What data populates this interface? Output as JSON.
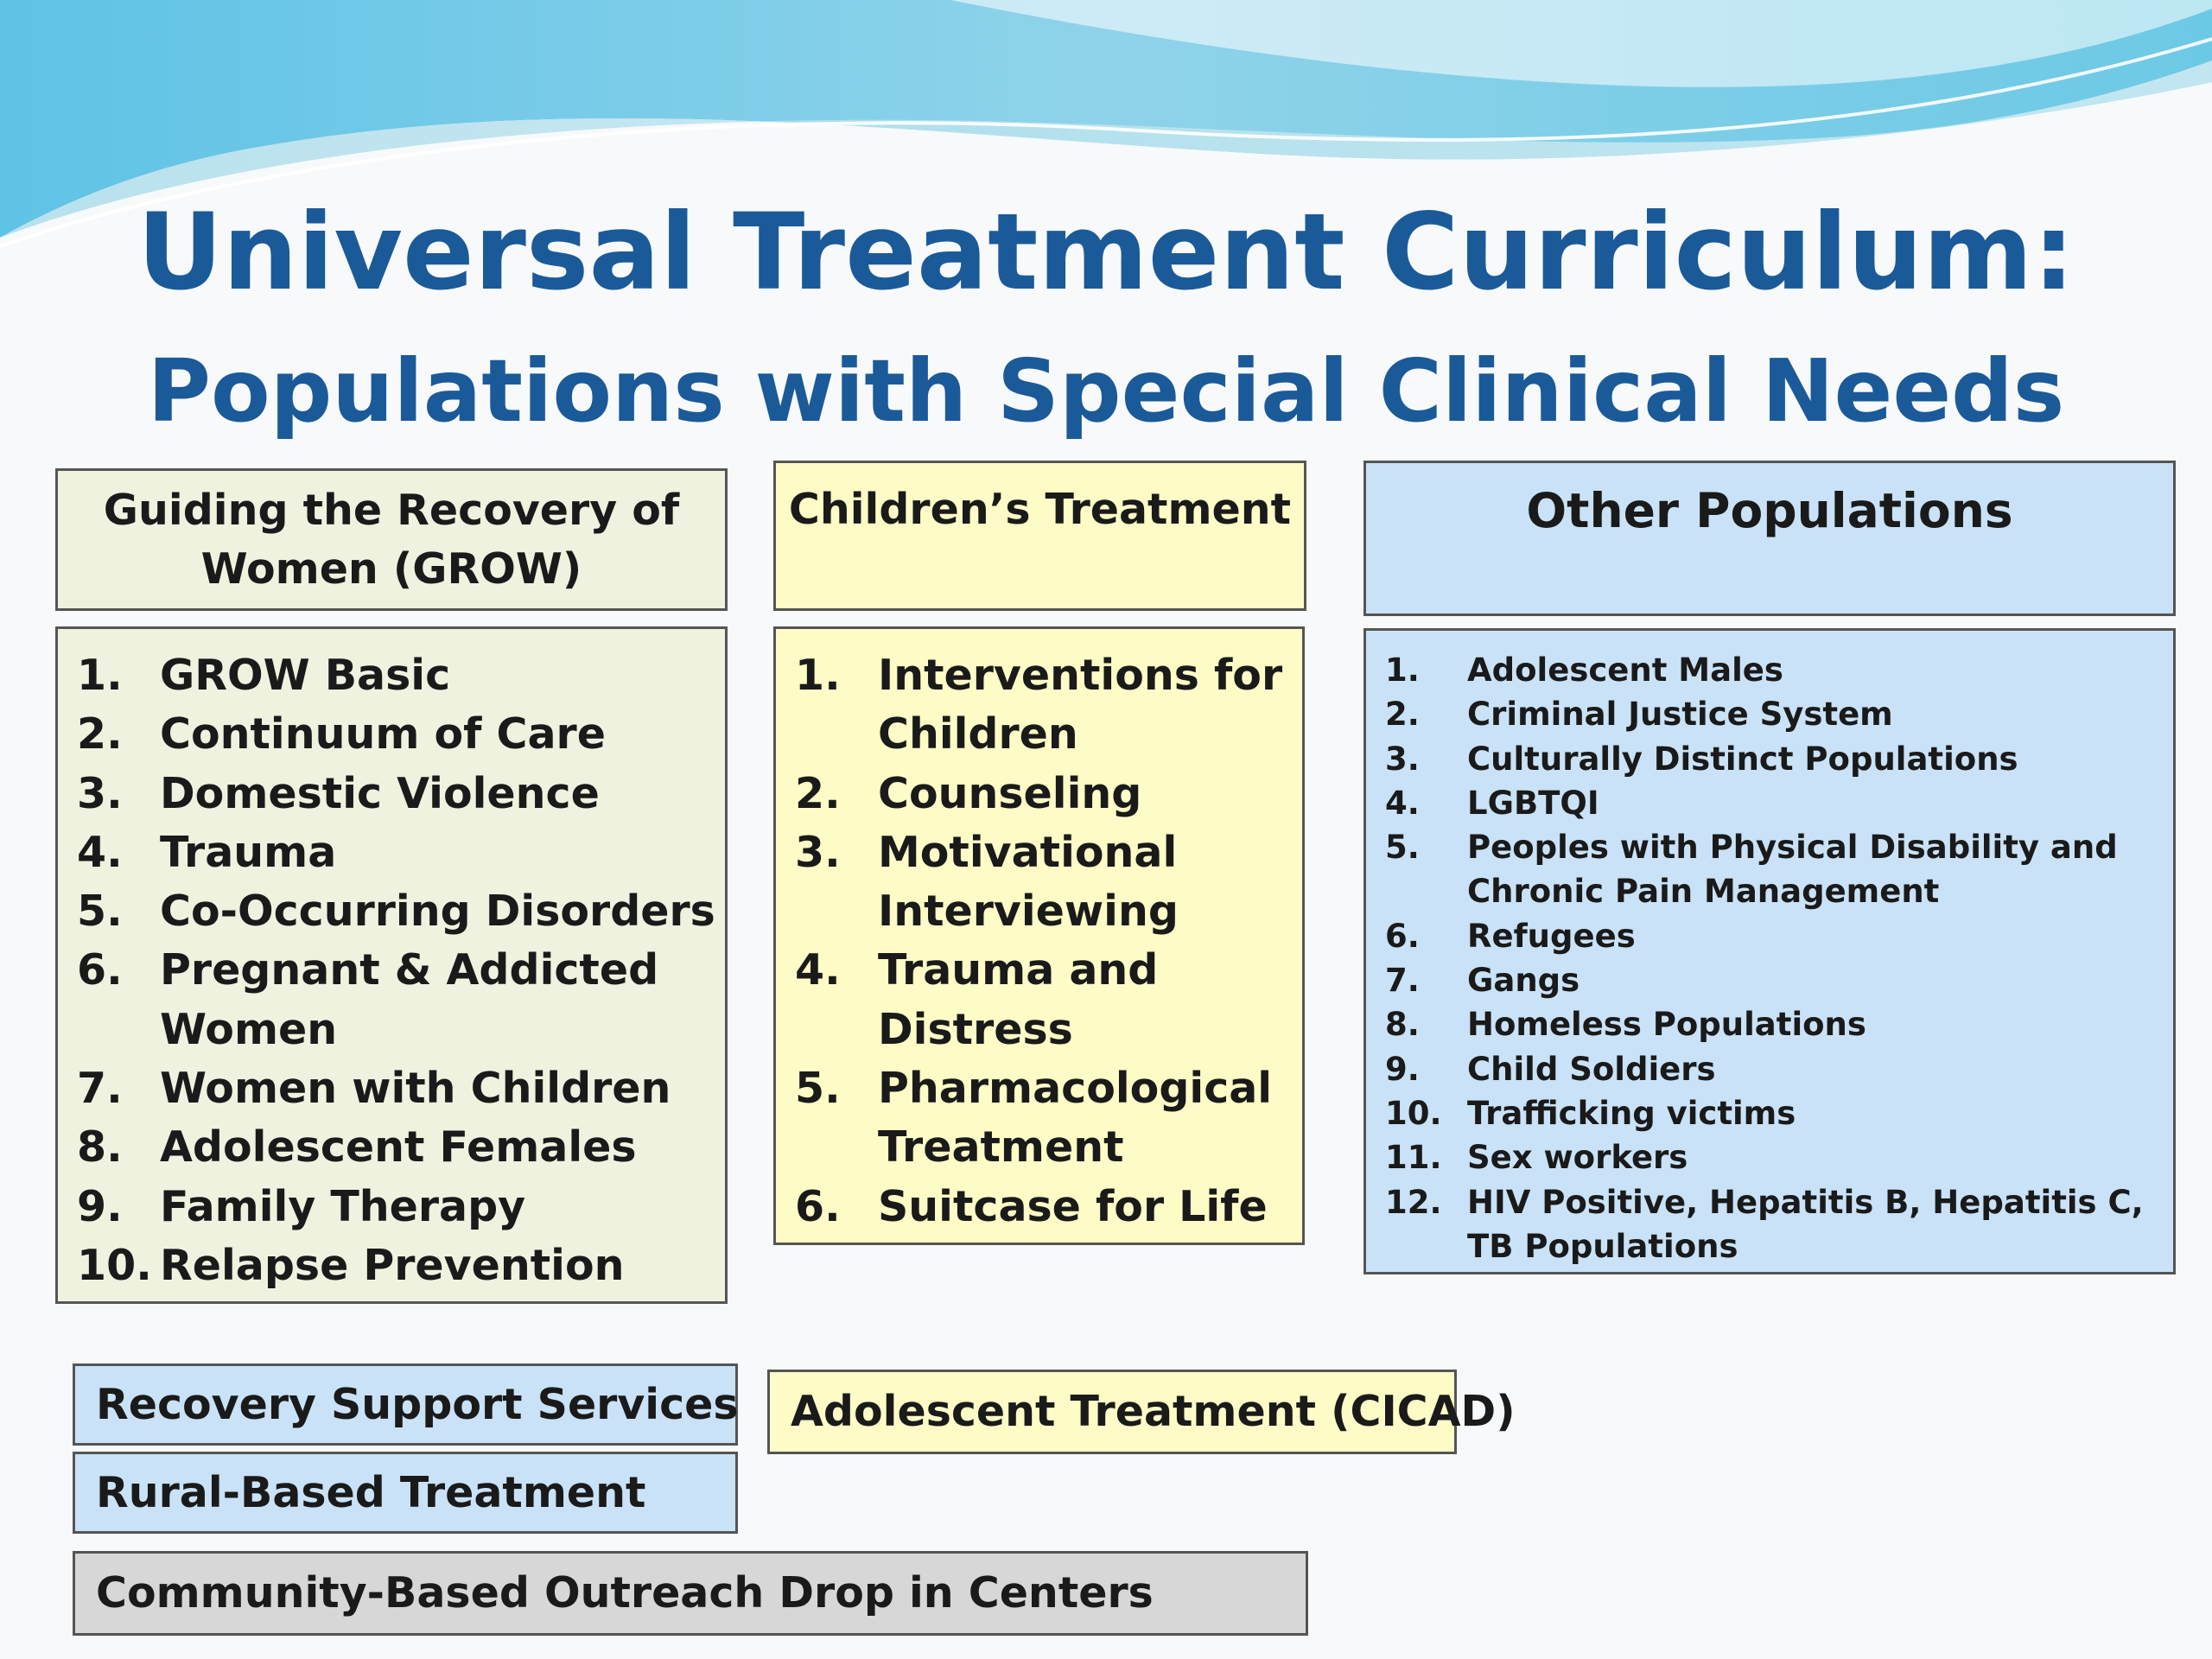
{
  "title": "Universal Treatment Curriculum:",
  "subtitle": "Populations with Special Clinical Needs",
  "grow": {
    "header_line1": "Guiding the Recovery of",
    "header_line2": "Women (GROW)",
    "items": [
      {
        "num": "1.",
        "text": "GROW Basic"
      },
      {
        "num": "2.",
        "text": "Continuum of Care"
      },
      {
        "num": "3.",
        "text": "Domestic Violence"
      },
      {
        "num": "4.",
        "text": "Trauma"
      },
      {
        "num": "5.",
        "text": "Co-Occurring Disorders"
      },
      {
        "num": "6.",
        "text": "Pregnant & Addicted Women"
      },
      {
        "num": "7.",
        "text": "Women with Children"
      },
      {
        "num": "8.",
        "text": "Adolescent Females"
      },
      {
        "num": "9.",
        "text": "Family Therapy"
      },
      {
        "num": "10.",
        "text": "Relapse Prevention"
      }
    ]
  },
  "children": {
    "header": "Children’s Treatment",
    "items": [
      {
        "num": "1.",
        "text": "Interventions for Children"
      },
      {
        "num": "2.",
        "text": "Counseling"
      },
      {
        "num": "3.",
        "text": "Motivational Interviewing"
      },
      {
        "num": "4.",
        "text": "Trauma and Distress"
      },
      {
        "num": "5.",
        "text": "Pharmacological Treatment"
      },
      {
        "num": "6.",
        "text": "Suitcase for Life"
      }
    ]
  },
  "other": {
    "header": "Other Populations",
    "items": [
      {
        "num": "1.",
        "text": "Adolescent Males"
      },
      {
        "num": "2.",
        "text": "Criminal Justice System"
      },
      {
        "num": "3.",
        "text": "Culturally Distinct Populations"
      },
      {
        "num": "4.",
        "text": "LGBTQI"
      },
      {
        "num": "5.",
        "text": "Peoples with Physical Disability and Chronic Pain Management"
      },
      {
        "num": "6.",
        "text": "Refugees"
      },
      {
        "num": "7.",
        "text": "Gangs"
      },
      {
        "num": "8.",
        "text": "Homeless Populations"
      },
      {
        "num": "9.",
        "text": "Child Soldiers"
      },
      {
        "num": "10.",
        "text": "Trafficking victims"
      },
      {
        "num": "11.",
        "text": "Sex workers"
      },
      {
        "num": "12.",
        "text": "HIV Positive, Hepatitis B, Hepatitis C, TB Populations"
      }
    ]
  },
  "bottom": {
    "recovery_support": "Recovery Support Services",
    "rural": "Rural-Based Treatment",
    "adolescent": "Adolescent Treatment (CICAD)",
    "community": "Community-Based Outreach Drop in Centers"
  },
  "colors": {
    "title": "#1b5a99",
    "green_box": "#eff2df",
    "yellow_box": "#fdfcc6",
    "blue_box": "#c9e2f7",
    "grey_box": "#d7d7d7"
  }
}
